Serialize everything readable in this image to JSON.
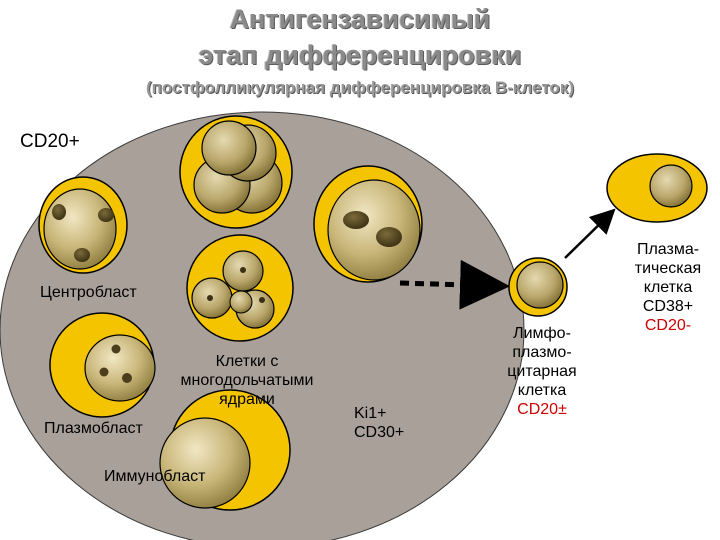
{
  "title_line1": "Антигензависимый",
  "title_line2": "этап дифференцировки",
  "subtitle": "(постфолликулярная дифференцировка В-клеток)",
  "cd20_label": "CD20+",
  "labels": {
    "centroblast": "Центробласт",
    "multinuclear_1": "Клетки с",
    "multinuclear_2": "многодольчатыми",
    "multinuclear_3": "ядрами",
    "plasmoblast": "Плазмобласт",
    "immunoblast": "Иммунобласт",
    "ki1": "Ki1+",
    "cd30": "CD30+",
    "lympho_1": "Лимфо-",
    "lympho_2": "плазмо-",
    "lympho_3": "цитарная",
    "lympho_4": "клетка",
    "lympho_5": "CD20±",
    "plasma_1": "Плазма-",
    "plasma_2": "тическая",
    "plasma_3": "клетка",
    "plasma_4": "CD38+",
    "plasma_5": "CD20-"
  },
  "colors": {
    "background_oval": "#a8a099",
    "cell_yellow": "#f5c400",
    "cell_body": "#c7b474",
    "nucleus_dark": "#4a3e1c",
    "accent_red": "#cc0000"
  }
}
